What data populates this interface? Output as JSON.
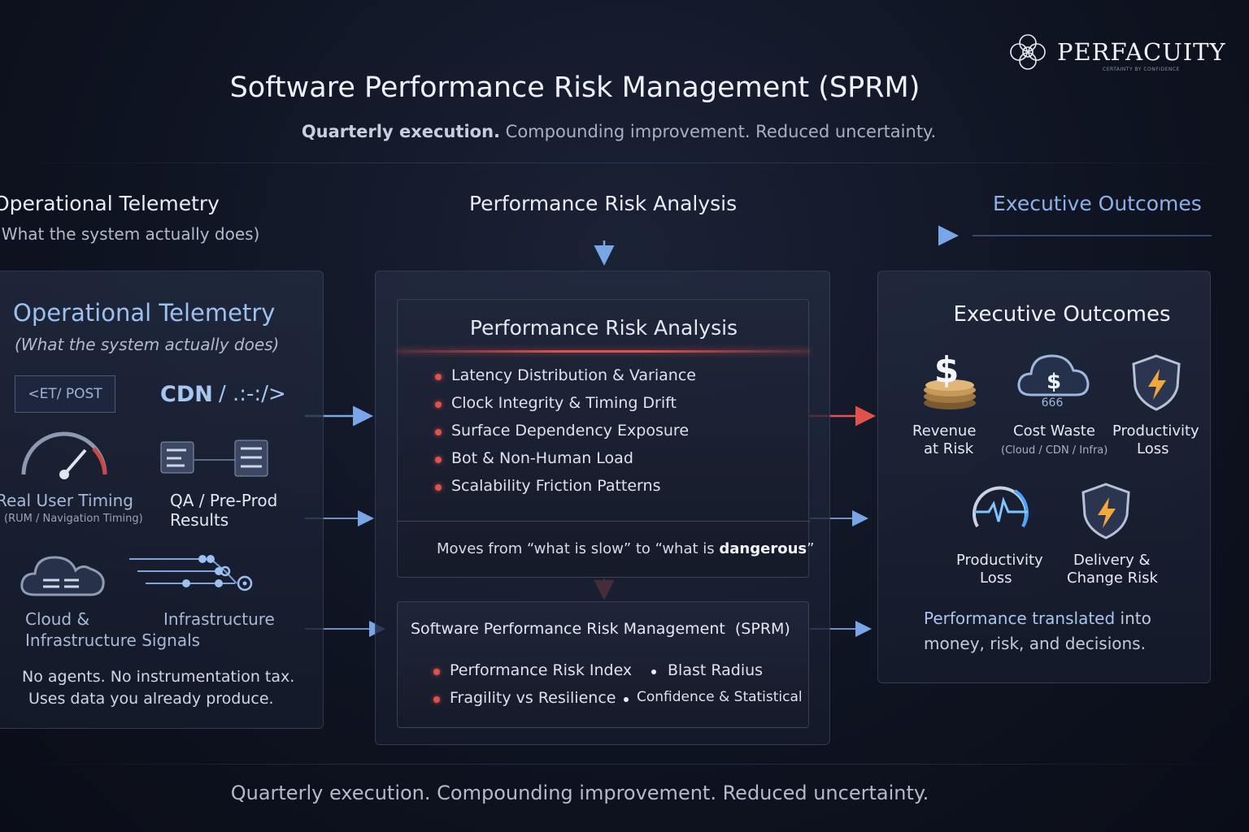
{
  "logo": {
    "name": "PERFACUITY",
    "tagline": "CERTAINTY BY CONFIDENCE"
  },
  "title": "Software Performance Risk Management (SPRM)",
  "subtitle": {
    "bold": "Quarterly execution.",
    "rest": " Compounding improvement. Reduced uncertainty."
  },
  "flow_headers": {
    "left_title": "Operational Telemetry",
    "left_subtitle": "(What the system actually does)",
    "center_title": "Performance Risk Analysis",
    "right_title": "Executive Outcomes"
  },
  "telemetry": {
    "title": "Operational Telemetry",
    "subtitle": "(What the system actually does)",
    "get_post": "<ET/ POST",
    "cdn": "CDN",
    "cdn_glyph": "/ .:-:/>",
    "rum_label": "Real User Timing",
    "rum_sub": "(RUM / Navigation Timing)",
    "qa_label_1": "QA / Pre-Prod",
    "qa_label_2": "Results",
    "cloud_label_1": "Cloud &",
    "cloud_label_2": "Infrastructure Signals",
    "infra_label": "Infrastructure",
    "footer_1": "No agents. No instrumentation tax.",
    "footer_2": "Uses data you already produce."
  },
  "analysis": {
    "title": "Performance Risk Analysis",
    "items": [
      "Latency Distribution & Variance",
      "Clock Integrity & Timing Drift",
      "Surface Dependency Exposure",
      "Bot & Non-Human Load",
      "Scalability Friction Patterns"
    ],
    "note_prefix": "Moves from “what is slow” to “what is ",
    "note_bold": "dangerous",
    "note_suffix": "”"
  },
  "sprm": {
    "title": "Software Performance Risk Management  (SPRM)",
    "items": [
      "Performance Risk Index",
      "Blast Radius",
      "Fragility vs Resilience",
      "Confidence & Statistical"
    ]
  },
  "outcomes": {
    "title": "Executive Outcomes",
    "items": [
      {
        "line1": "Revenue",
        "line2": "at Risk",
        "icon": "dollar-coins-icon"
      },
      {
        "line1": "Cost Waste",
        "line2": "(Cloud / CDN / Infra)",
        "icon": "cloud-dollar-icon"
      },
      {
        "line1": "Productivity",
        "line2": "Loss",
        "icon": "shield-bolt-icon"
      },
      {
        "line1": "Productivity",
        "line2": "Loss",
        "icon": "heartbeat-gauge-icon"
      },
      {
        "line1": "Delivery &",
        "line2": "Change Risk",
        "icon": "shield-bolt-icon"
      }
    ],
    "summary_bold": "Performance translated",
    "summary_rest_1": " into",
    "summary_line2": "money, risk, and decisions."
  },
  "footer": "Quarterly execution. Compounding improvement. Reduced uncertainty.",
  "colors": {
    "accent_blue": "#6f9fe0",
    "accent_red": "#e0524b",
    "background": "#0f1422"
  }
}
